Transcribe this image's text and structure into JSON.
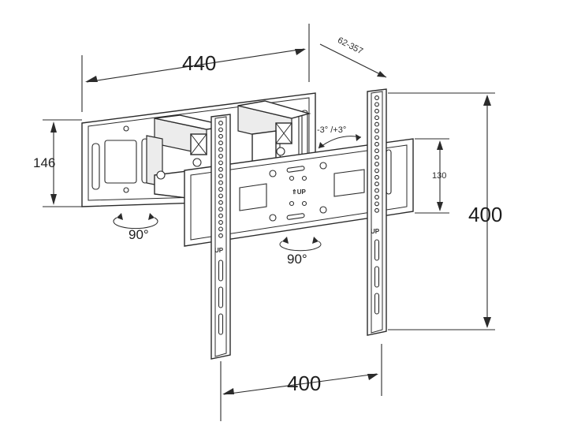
{
  "dimensions": {
    "wall_plate_width": "440",
    "arm_extension": "62-357",
    "wall_plate_height": "146",
    "vesa_height": "400",
    "vesa_width": "400",
    "bracket_height": "130"
  },
  "rotation": {
    "swivel_left": "90°",
    "swivel_center": "90°",
    "tilt": "-3°  /+3°"
  },
  "markings": {
    "up_label": "⇑UP",
    "rail_up_label": "UP"
  },
  "colors": {
    "line": "#2b2b2b",
    "background": "#ffffff"
  }
}
